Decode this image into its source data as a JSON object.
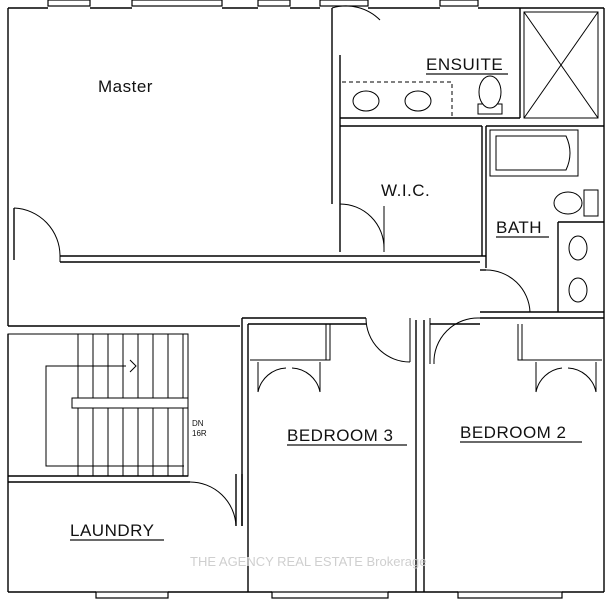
{
  "rooms": {
    "master": "Master",
    "ensuite": "ENSUITE",
    "wic": "W.I.C.",
    "bath": "BATH",
    "bedroom3": "BEDROOM 3",
    "bedroom2": "BEDROOM 2",
    "laundry": "LAUNDRY"
  },
  "stairs": {
    "line1": "DN",
    "line2": "16R"
  },
  "watermark": "THE AGENCY REAL ESTATE Brokerage"
}
